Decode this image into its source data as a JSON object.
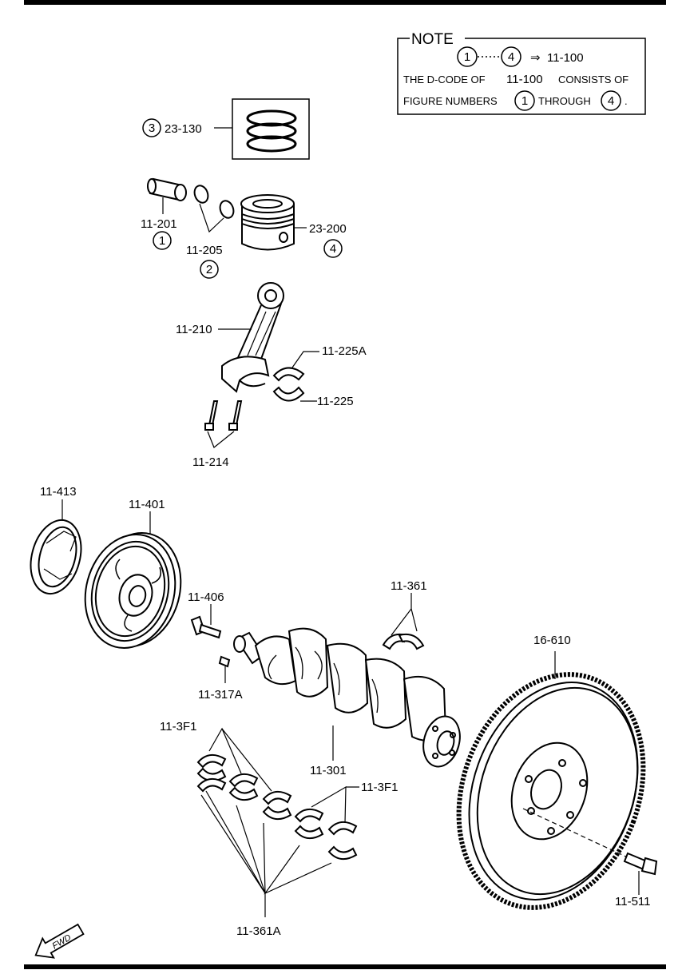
{
  "note": {
    "title": "NOTE",
    "range_from": "1",
    "range_to": "4",
    "range_code": "11-100",
    "line2_pre": "THE D-CODE OF",
    "line2_code": "11-100",
    "line2_post": "CONSISTS OF",
    "line3_pre": "FIGURE NUMBERS",
    "line3_from": "1",
    "line3_mid": "THROUGH",
    "line3_to": "4",
    "line3_end": "."
  },
  "labels": {
    "l_23_130": "23-130",
    "l_23_130_ref": "3",
    "l_11_201": "11-201",
    "l_11_201_ref": "1",
    "l_11_205": "11-205",
    "l_11_205_ref": "2",
    "l_23_200": "23-200",
    "l_23_200_ref": "4",
    "l_11_210": "11-210",
    "l_11_225A": "11-225A",
    "l_11_225": "11-225",
    "l_11_214": "11-214",
    "l_11_413": "11-413",
    "l_11_401": "11-401",
    "l_11_406": "11-406",
    "l_11_361": "11-361",
    "l_16_610": "16-610",
    "l_11_317A": "11-317A",
    "l_11_3F1_left": "11-3F1",
    "l_11_3F1_right": "11-3F1",
    "l_11_301": "11-301",
    "l_11_511": "11-511",
    "l_11_361A": "11-361A"
  },
  "fwd_label": "FWD",
  "icons": [
    "fwd-arrow-icon",
    "piston-rings",
    "piston",
    "connecting-rod",
    "crank-pulley",
    "crankshaft",
    "flywheel"
  ]
}
